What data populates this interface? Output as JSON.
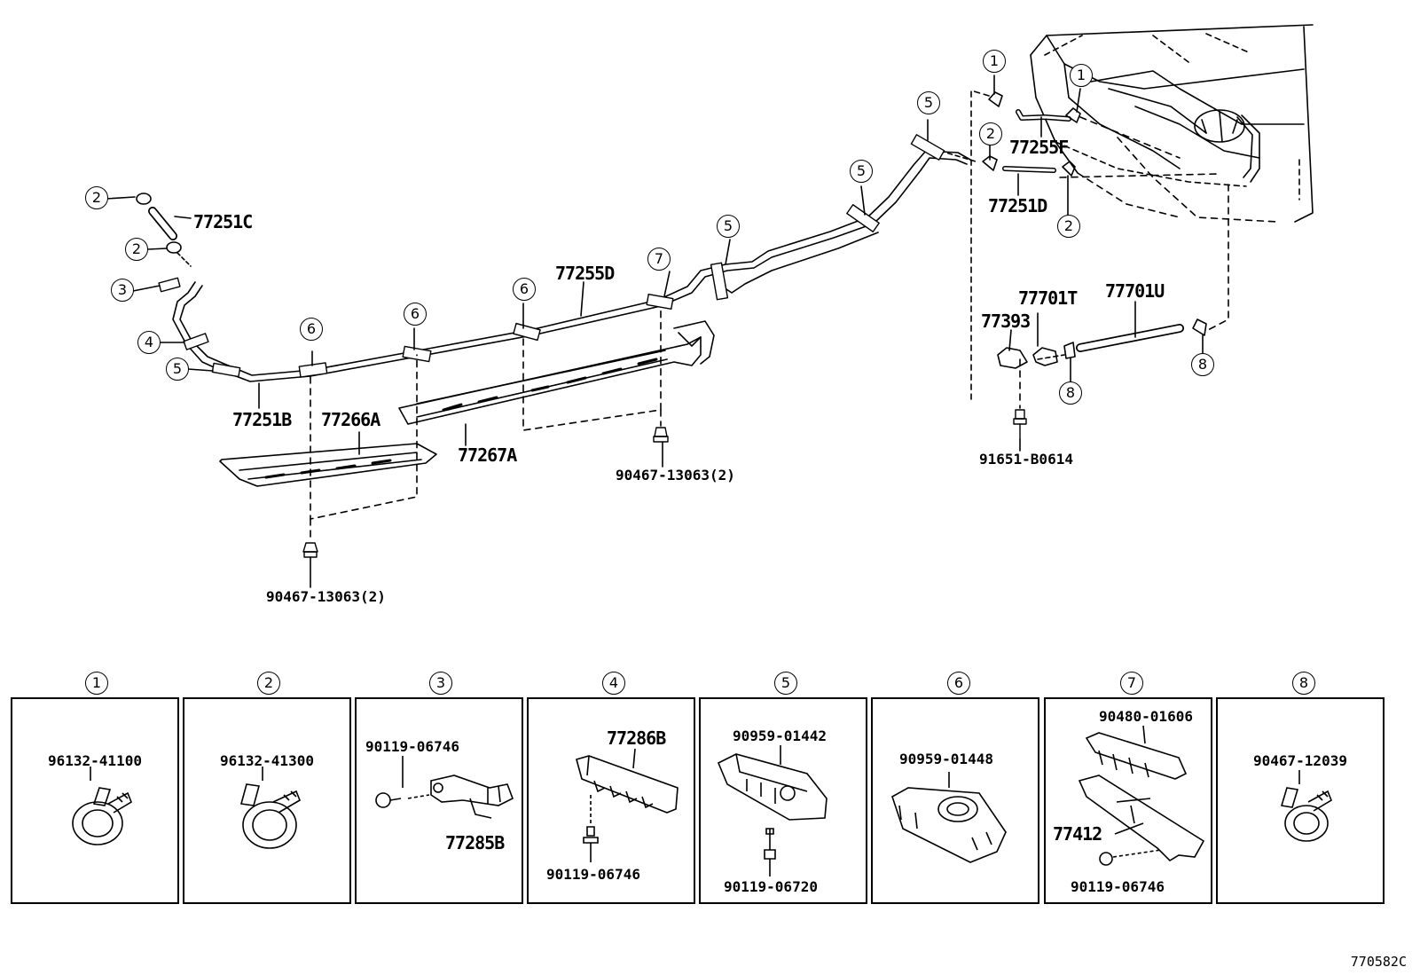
{
  "parts": {
    "p77251C": "77251C",
    "p77251B": "77251B",
    "p77266A": "77266A",
    "p77267A": "77267A",
    "p77255D": "77255D",
    "p77255F": "77255F",
    "p77251D": "77251D",
    "p77701T": "77701T",
    "p77701U": "77701U",
    "p77393": "77393",
    "p91651": "91651-B0614",
    "p90467a": "90467-13063(2)",
    "p90467b": "90467-13063(2)"
  },
  "callouts": [
    "1",
    "2",
    "3",
    "4",
    "5",
    "6",
    "7",
    "8"
  ],
  "boxes": [
    {
      "num": "1",
      "parts": [
        "96132-41100"
      ]
    },
    {
      "num": "2",
      "parts": [
        "96132-41300"
      ]
    },
    {
      "num": "3",
      "parts": [
        "90119-06746",
        "77285B"
      ]
    },
    {
      "num": "4",
      "parts": [
        "77286B",
        "90119-06746"
      ]
    },
    {
      "num": "5",
      "parts": [
        "90959-01442",
        "90119-06720"
      ]
    },
    {
      "num": "6",
      "parts": [
        "90959-01448"
      ]
    },
    {
      "num": "7",
      "parts": [
        "90480-01606",
        "77412",
        "90119-06746"
      ]
    },
    {
      "num": "8",
      "parts": [
        "90467-12039"
      ]
    }
  ],
  "drawing_code": "770582C"
}
